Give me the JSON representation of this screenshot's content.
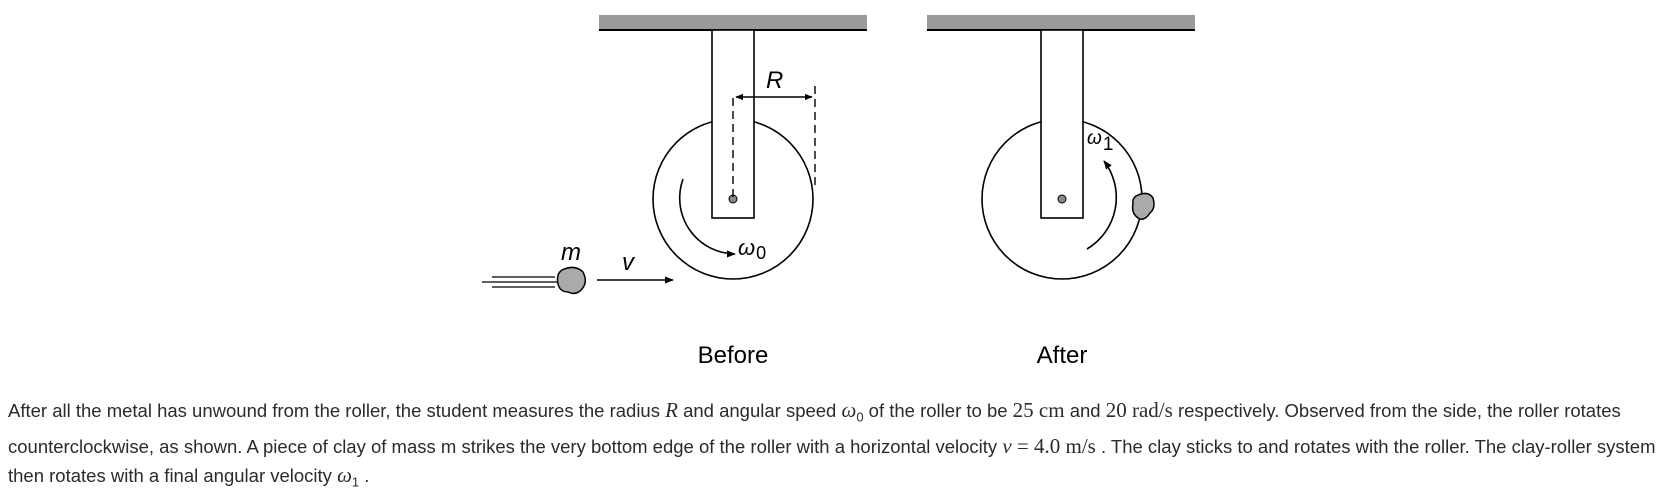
{
  "figure": {
    "before": {
      "caption": "Before",
      "radius_label": "R",
      "omega_label": "ω",
      "omega_sub": "0",
      "mass_label": "m",
      "velocity_label": "v"
    },
    "after": {
      "caption": "After",
      "omega_label": "ω",
      "omega_sub": "1"
    }
  },
  "text": {
    "s1": "After all the metal has unwound from the roller, the student measures the radius ",
    "R": "R",
    "s2": " and angular speed ",
    "w": "ω",
    "w0sub": "0",
    "s3": " of the roller to be ",
    "r_val": "25 cm",
    "s4": " and ",
    "w_val": "20 rad/s",
    "s5": " respectively. Observed from the side, the roller rotates counterclockwise, as shown. A piece of clay of mass m strikes the very bottom edge of the roller with a horizontal velocity ",
    "v_eq_sym": "v",
    "v_eq_val": " = 4.0 m/s",
    "s6": " . The clay sticks to and rotates with the roller. The clay-roller system then rotates with a final angular velocity ",
    "w1": "ω",
    "w1sub": "1",
    "s7": " ."
  }
}
